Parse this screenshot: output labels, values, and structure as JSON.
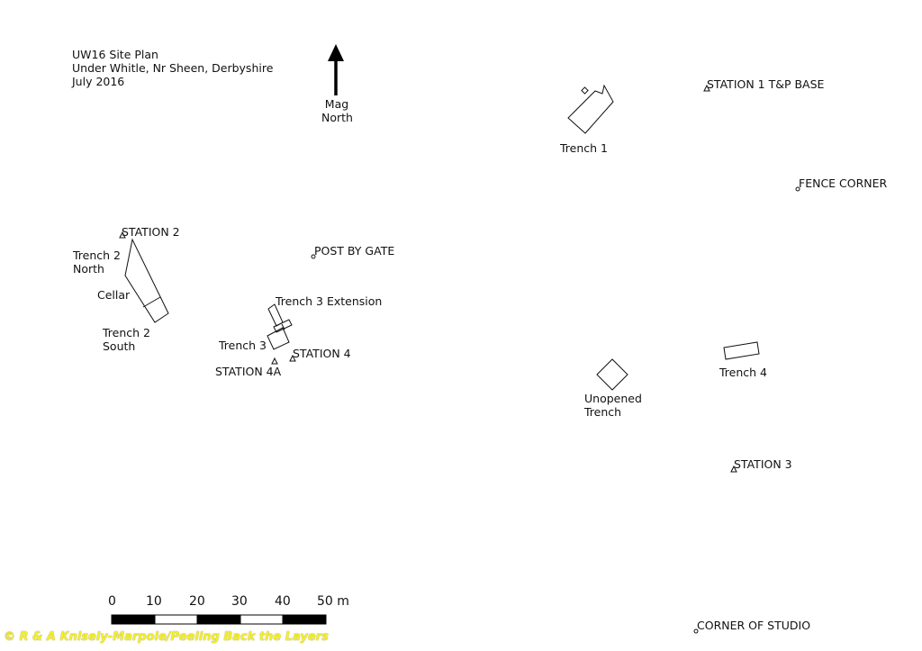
{
  "title_block": {
    "line1": "UW16 Site Plan",
    "line2": "Under Whitle, Nr Sheen, Derbyshire",
    "line3": "July 2016"
  },
  "north_arrow": {
    "label": "Mag\nNorth"
  },
  "labels": {
    "trench1": "Trench 1",
    "station1": "STATION 1 T&P BASE",
    "fence_corner": "FENCE CORNER",
    "station2": "STATION 2",
    "trench2_north": "Trench 2\nNorth",
    "cellar": "Cellar",
    "trench2_south": "Trench 2\nSouth",
    "post_by_gate": "POST BY GATE",
    "trench3_extension": "Trench 3 Extension",
    "trench3": "Trench 3",
    "station4": "STATION 4",
    "station4a": "STATION 4A",
    "unopened_trench": "Unopened\nTrench",
    "trench4": "Trench 4",
    "station3": "STATION 3",
    "corner_of_studio": "CORNER OF STUDIO"
  },
  "scale_bar": {
    "ticks": [
      "0",
      "10",
      "20",
      "30",
      "40",
      "50 m"
    ],
    "segment_fill": [
      "#000000",
      "#ffffff",
      "#000000",
      "#ffffff",
      "#000000"
    ]
  },
  "markers": {
    "station_symbol": "triangle-icon",
    "point_symbol": "circle-icon"
  },
  "copyright": "© R & A Knisely-Marpole/Peeling Back the Layers"
}
